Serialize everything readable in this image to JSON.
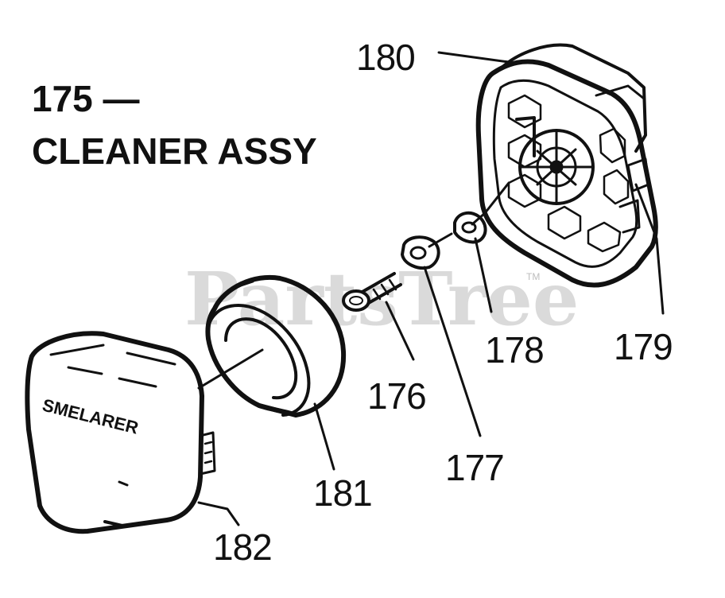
{
  "diagram": {
    "title_number": "175 —",
    "title_text": "CLEANER ASSY",
    "watermark": "PartsTree",
    "watermark_tm": "TM",
    "cover_brand": "SMELARER",
    "callouts": [
      {
        "id": "180",
        "label": "180"
      },
      {
        "id": "178",
        "label": "178"
      },
      {
        "id": "179",
        "label": "179"
      },
      {
        "id": "176",
        "label": "176"
      },
      {
        "id": "177",
        "label": "177"
      },
      {
        "id": "181",
        "label": "181"
      },
      {
        "id": "182",
        "label": "182"
      }
    ]
  }
}
